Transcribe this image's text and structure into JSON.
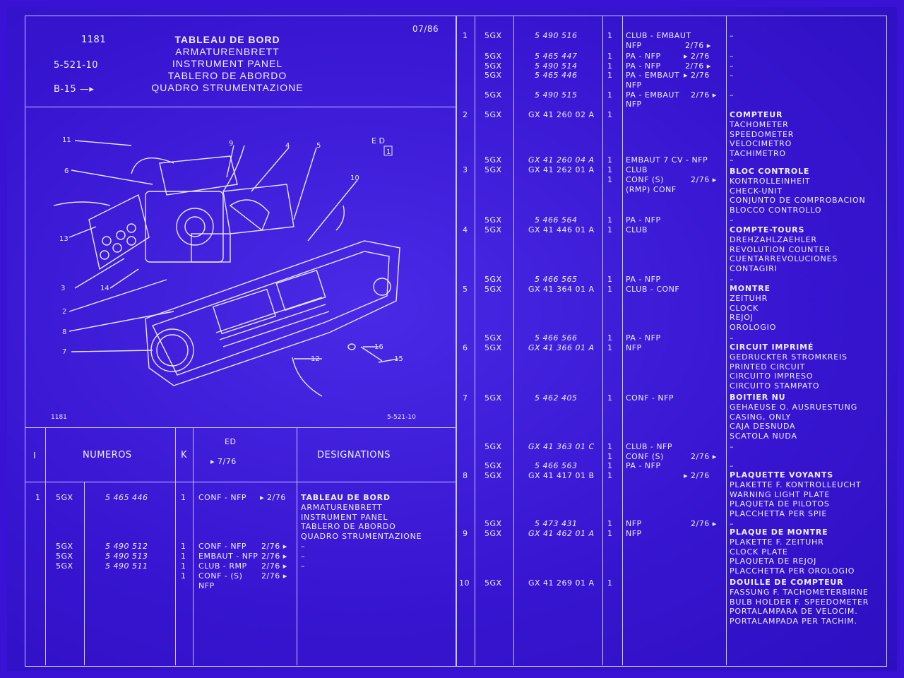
{
  "header": {
    "code": "1181",
    "ref": "5-521-10",
    "plate": "B-15 —▸",
    "date": "07/86",
    "titles": [
      "TABLEAU DE BORD",
      "ARMATURENBRETT",
      "INSTRUMENT PANEL",
      "TABLERO DE ABORDO",
      "QUADRO STRUMENTAZIONE"
    ]
  },
  "diagram": {
    "ed_label": "E D",
    "ed_box": "1",
    "callouts": [
      "11",
      "9",
      "4",
      "5",
      "6",
      "10",
      "13",
      "3",
      "14",
      "2",
      "8",
      "7",
      "16",
      "12",
      "15"
    ],
    "footer_left": "1181",
    "footer_right": "5-521-10"
  },
  "table_header": {
    "col_i": "I",
    "col_numeros": "NUMEROS",
    "col_k": "K",
    "col_ed": "ED",
    "col_ed_date": "▸ 7/76",
    "col_designations": "DESIGNATIONS"
  },
  "left_rows": [
    {
      "n": "1",
      "prefix": "5GX",
      "num": "5 465 446",
      "k": "1",
      "cond": "CONF - NFP",
      "ed": "▸ 2/76",
      "desc": [
        "TABLEAU DE BORD",
        "ARMATURENBRETT",
        "INSTRUMENT PANEL",
        "TABLERO DE ABORDO",
        "QUADRO STRUMENTAZIONE"
      ]
    },
    {
      "prefix": "5GX",
      "num": "5 490 512",
      "k": "1",
      "cond": "CONF - NFP",
      "ed": "2/76 ▸",
      "desc": [
        "–"
      ]
    },
    {
      "prefix": "5GX",
      "num": "5 490 513",
      "k": "1",
      "cond": "EMBAUT - NFP",
      "ed": "2/76 ▸",
      "desc": [
        "–"
      ]
    },
    {
      "prefix": "5GX",
      "num": "5 490 511",
      "k": "1",
      "cond": "CLUB - RMP",
      "ed": "2/76 ▸",
      "desc": [
        "–"
      ]
    },
    {
      "k": "1",
      "cond": "CONF - (S)",
      "ed": "2/76 ▸"
    },
    {
      "cond": "NFP"
    }
  ],
  "right_rows": [
    {
      "n": "1",
      "prefix": "5GX",
      "num": "5 490 516",
      "k": "1",
      "cond": "CLUB - EMBAUT",
      "desc": [
        "–"
      ]
    },
    {
      "cond": "NFP",
      "ed": "2/76 ▸"
    },
    {
      "prefix": "5GX",
      "num": "5 465 447",
      "k": "1",
      "cond": "PA - NFP",
      "ed": "▸ 2/76",
      "desc": [
        "–"
      ]
    },
    {
      "prefix": "5GX",
      "num": "5 490 514",
      "k": "1",
      "cond": "PA - NFP",
      "ed": "2/76 ▸",
      "desc": [
        "–"
      ]
    },
    {
      "prefix": "5GX",
      "num": "5 465 446",
      "k": "1",
      "cond": "PA - EMBAUT",
      "ed": "▸ 2/76",
      "desc": [
        "–"
      ]
    },
    {
      "cond": "NFP"
    },
    {
      "prefix": "5GX",
      "num": "5 490 515",
      "k": "1",
      "cond": "PA - EMBAUT",
      "ed": "2/76 ▸",
      "desc": [
        "–"
      ]
    },
    {
      "cond": "NFP"
    },
    {
      "n": "2",
      "prefix": "5GX",
      "num": "GX 41 260 02 A",
      "k": "1",
      "desc": [
        "COMPTEUR",
        "TACHOMETER",
        "SPEEDOMETER",
        "VELOCIMETRO",
        "TACHIMETRO"
      ]
    },
    {
      "prefix": "5GX",
      "num": "GX 41 260 04 A",
      "k": "1",
      "cond": "EMBAUT 7 CV - NFP",
      "desc": [
        "–"
      ]
    },
    {
      "n": "3",
      "prefix": "5GX",
      "num": "GX 41 262 01 A",
      "k": "1",
      "cond": "CLUB",
      "desc": [
        "BLOC CONTROLE",
        "KONTROLLEINHEIT",
        "CHECK-UNIT",
        "CONJUNTO DE COMPROBACION",
        "BLOCCO CONTROLLO"
      ]
    },
    {
      "k": "1",
      "cond": "CONF (S)",
      "ed": "2/76 ▸"
    },
    {
      "cond": "(RMP) CONF"
    },
    {
      "prefix": "5GX",
      "num": "5 466 564",
      "k": "1",
      "cond": "PA - NFP",
      "desc": [
        "–"
      ]
    },
    {
      "n": "4",
      "prefix": "5GX",
      "num": "GX 41 446 01 A",
      "k": "1",
      "cond": "CLUB",
      "desc": [
        "COMPTE-TOURS",
        "DREHZAHLZAEHLER",
        "REVOLUTION COUNTER",
        "CUENTARREVOLUCIONES",
        "CONTAGIRI"
      ]
    },
    {
      "prefix": "5GX",
      "num": "5 466 565",
      "k": "1",
      "cond": "PA - NFP",
      "desc": [
        "–"
      ]
    },
    {
      "n": "5",
      "prefix": "5GX",
      "num": "GX 41 364 01 A",
      "k": "1",
      "cond": "CLUB - CONF",
      "desc": [
        "MONTRE",
        "ZEITUHR",
        "CLOCK",
        "REJOJ",
        "OROLOGIO"
      ]
    },
    {
      "prefix": "5GX",
      "num": "5 466 566",
      "k": "1",
      "cond": "PA - NFP",
      "desc": [
        "–"
      ]
    },
    {
      "n": "6",
      "prefix": "5GX",
      "num": "GX 41 366 01 A",
      "k": "1",
      "cond": "NFP",
      "desc": [
        "CIRCUIT IMPRIMÉ",
        "GEDRUCKTER STROMKREIS",
        "PRINTED CIRCUIT",
        "CIRCUITO IMPRESO",
        "CIRCUITO STAMPATO"
      ]
    },
    {
      "n": "7",
      "prefix": "5GX",
      "num": "5 462 405",
      "k": "1",
      "cond": "CONF - NFP",
      "desc": [
        "BOITIER NU",
        "GEHAEUSE O. AUSRUESTUNG",
        "CASING, ONLY",
        "CAJA DESNUDA",
        "SCATOLA NUDA"
      ]
    },
    {
      "prefix": "5GX",
      "num": "GX 41 363 01 C",
      "k": "1",
      "cond": "CLUB - NFP",
      "desc": [
        "–"
      ]
    },
    {
      "k": "1",
      "cond": "CONF (S)",
      "ed": "2/76 ▸"
    },
    {
      "prefix": "5GX",
      "num": "5 466 563",
      "k": "1",
      "cond": "PA - NFP",
      "desc": [
        "–"
      ]
    },
    {
      "n": "8",
      "prefix": "5GX",
      "num": "GX 41 417 01 B",
      "k": "1",
      "ed": "▸ 2/76",
      "desc": [
        "PLAQUETTE VOYANTS",
        "PLAKETTE F. KONTROLLEUCHT",
        "WARNING LIGHT PLATE",
        "PLAQUETA DE PILOTOS",
        "PLACCHETTA PER SPIE"
      ]
    },
    {
      "prefix": "5GX",
      "num": "5 473 431",
      "k": "1",
      "cond": "NFP",
      "ed": "2/76 ▸",
      "desc": [
        "–"
      ]
    },
    {
      "n": "9",
      "prefix": "5GX",
      "num": "GX 41 462 01 A",
      "k": "1",
      "cond": "NFP",
      "desc": [
        "PLAQUE DE MONTRE",
        "PLAKETTE F. ZEITUHR",
        "CLOCK PLATE",
        "PLAQUETA DE REJOJ",
        "PLACCHETTA PER OROLOGIO"
      ]
    },
    {
      "n": "10",
      "prefix": "5GX",
      "num": "GX 41 269 01 A",
      "k": "1",
      "desc": [
        "DOUILLE DE COMPTEUR",
        "FASSUNG F. TACHOMETERBIRNE",
        "BULB HOLDER F. SPEEDOMETER",
        "PORTALAMPARA DE VELOCIM.",
        "PORTALAMPADA PER TACHIM."
      ]
    }
  ]
}
